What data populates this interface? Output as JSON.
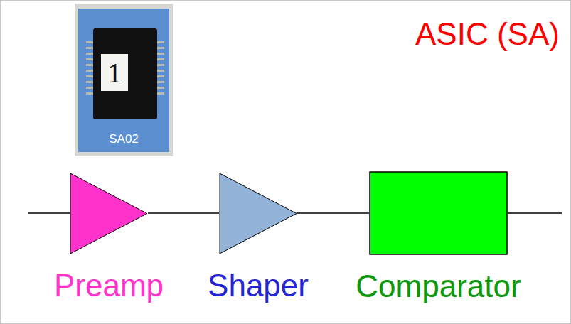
{
  "diagram": {
    "title": "ASIC (SA)",
    "nodes": [
      {
        "text": [
          "Preamp"
        ]
      },
      {
        "text": [
          "Shaper"
        ]
      },
      {
        "text": [
          "Comparator"
        ]
      }
    ],
    "edges": [
      {
        "from": 0,
        "to": 1,
        "arrow": "none"
      },
      {
        "from": 1,
        "to": 2,
        "arrow": "none"
      }
    ],
    "labels": [
      "1",
      "SA02"
    ]
  }
}
